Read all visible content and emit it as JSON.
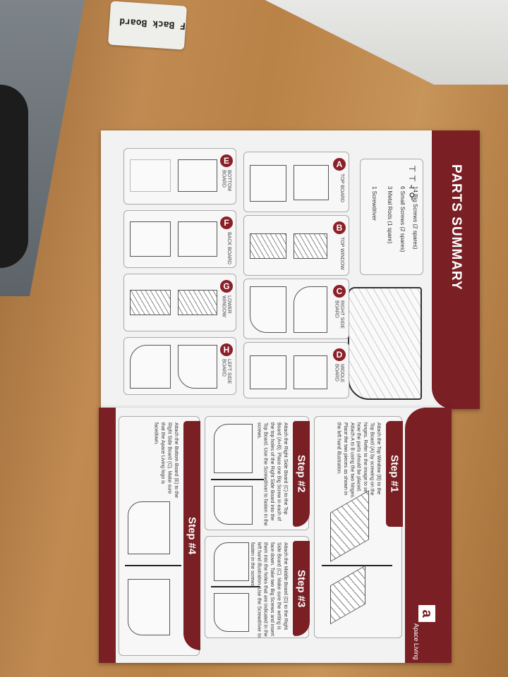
{
  "sticker": {
    "text": "F Back Board"
  },
  "parts_summary": {
    "title": "PARTS SUMMARY",
    "hardware": [
      "14 Big Screws (2 spares)",
      "6 Small Screws (2 spares)",
      "3 Metal Rods (1 spare)",
      "1 Screwdriver"
    ],
    "parts": [
      {
        "letter": "A",
        "name": "TOP BOARD"
      },
      {
        "letter": "B",
        "name": "TOP WINDOW"
      },
      {
        "letter": "C",
        "name": "RIGHT SIDE BOARD"
      },
      {
        "letter": "D",
        "name": "MIDDLE BOARD"
      },
      {
        "letter": "E",
        "name": "BOTTOM BOARD"
      },
      {
        "letter": "F",
        "name": "BACK BOARD"
      },
      {
        "letter": "G",
        "name": "LOWER WINDOW"
      },
      {
        "letter": "H",
        "name": "LEFT SIDE BOARD"
      }
    ]
  },
  "steps": [
    {
      "title": "Step #1",
      "text": "Attach the Top Window (B) to the Top Board (A) by screwing on the hinges. Refer to the image to see how the parts should be placed. Attach A to B using the two hinges. Place the two pieces as shown in the left hand illustration."
    },
    {
      "title": "Step #2",
      "text": "Attach the Right Side Board (C) to the Top Board (A+B). Place one Big Screw in each of the top holes of the Right Side Board into the Top Board. Use the Screwdriver to fasten in the screws."
    },
    {
      "title": "Step #3",
      "text": "Attach the Middle Board (D) to the Right Side Board (C). Make sure the writing is face down. Take two Big Screws and insert them into the holes that are indicated in the left hand illustration. Use the Screwdriver to fasten in the screws."
    },
    {
      "title": "Step #4",
      "text": "Attach the Bottom Board (E) to the Right Side Board (C). Make sure that the Apace Living logo is facedown."
    }
  ],
  "brand": {
    "logo": "a",
    "name": "Apace Living"
  },
  "colors": {
    "maroon": "#7a1f24",
    "paper": "#f2f2f2"
  }
}
